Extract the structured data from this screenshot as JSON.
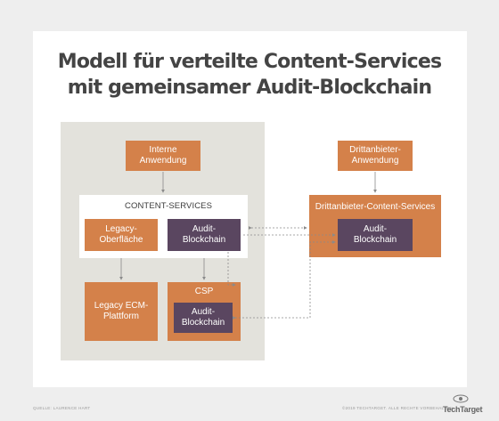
{
  "title": {
    "line1": "Modell für verteilte Content-Services",
    "line2": "mit gemeinsamer Audit-Blockchain"
  },
  "nodes": {
    "interne_anwendung": "Interne\nAnwendung",
    "content_services_label": "CONTENT-SERVICES",
    "legacy_oberflaeche": "Legacy-\nOberfläche",
    "audit_blockchain": "Audit-\nBlockchain",
    "legacy_ecm": "Legacy ECM-\nPlattform",
    "csp_label": "CSP",
    "csp_audit_blockchain": "Audit-\nBlockchain",
    "drittanbieter_anwendung": "Drittanbieter-\nAnwendung",
    "drittanbieter_content_services": "Drittanbieter-Content-Services",
    "drittanbieter_audit_blockchain": "Audit-\nBlockchain"
  },
  "footer": {
    "source": "QUELLE: LAURENCE HART",
    "copyright": "©2019 TECHTARGET. ALLE RECHTE VORBEHALTEN.",
    "logo": "TechTarget"
  },
  "colors": {
    "orange": "#d4814a",
    "purple": "#5a4660",
    "grey_area": "#e3e2dc",
    "title": "#444444"
  },
  "icons": {
    "logo_eye": "techtarget-eye-icon"
  }
}
